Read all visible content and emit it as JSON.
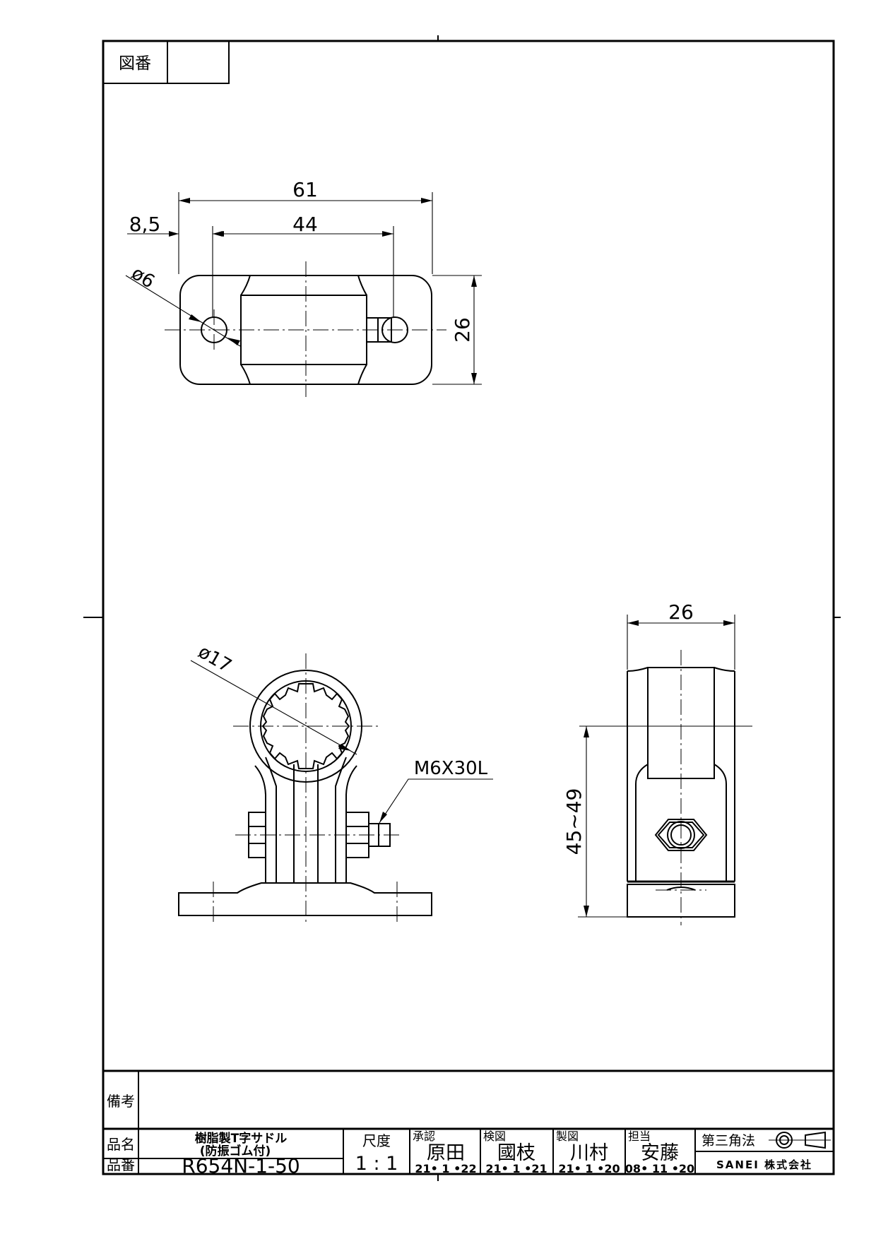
{
  "title_block": {
    "drawing_no_label": "図番",
    "drawing_no_value": "",
    "remarks_label": "備考",
    "remarks_value": "",
    "name_label": "品名",
    "name_line1": "樹脂製T字サドル",
    "name_line2": "(防振ゴム付)",
    "part_no_label": "品番",
    "part_no": "R654N-1-50",
    "scale_label": "尺度",
    "scale_value": "1 : 1",
    "approve_label": "承認",
    "approve_name": "原田",
    "approve_date": "21• 1 •22",
    "check_label": "検図",
    "check_name": "國枝",
    "check_date": "21• 1 •21",
    "draw_label": "製図",
    "draw_name": "川村",
    "draw_date": "21• 1 •20",
    "charge_label": "担当",
    "charge_name": "安藤",
    "charge_date": "08• 11 •20",
    "projection": "第三角法",
    "company": "SANEI 株式会社"
  },
  "dimensions": {
    "top_overall": "61",
    "top_pitch": "44",
    "top_offset": "8,5",
    "top_hole": "ø6",
    "top_width": "26",
    "front_pipe": "ø17",
    "front_bolt": "M6X30L",
    "side_width": "26",
    "side_height": "45~49"
  }
}
